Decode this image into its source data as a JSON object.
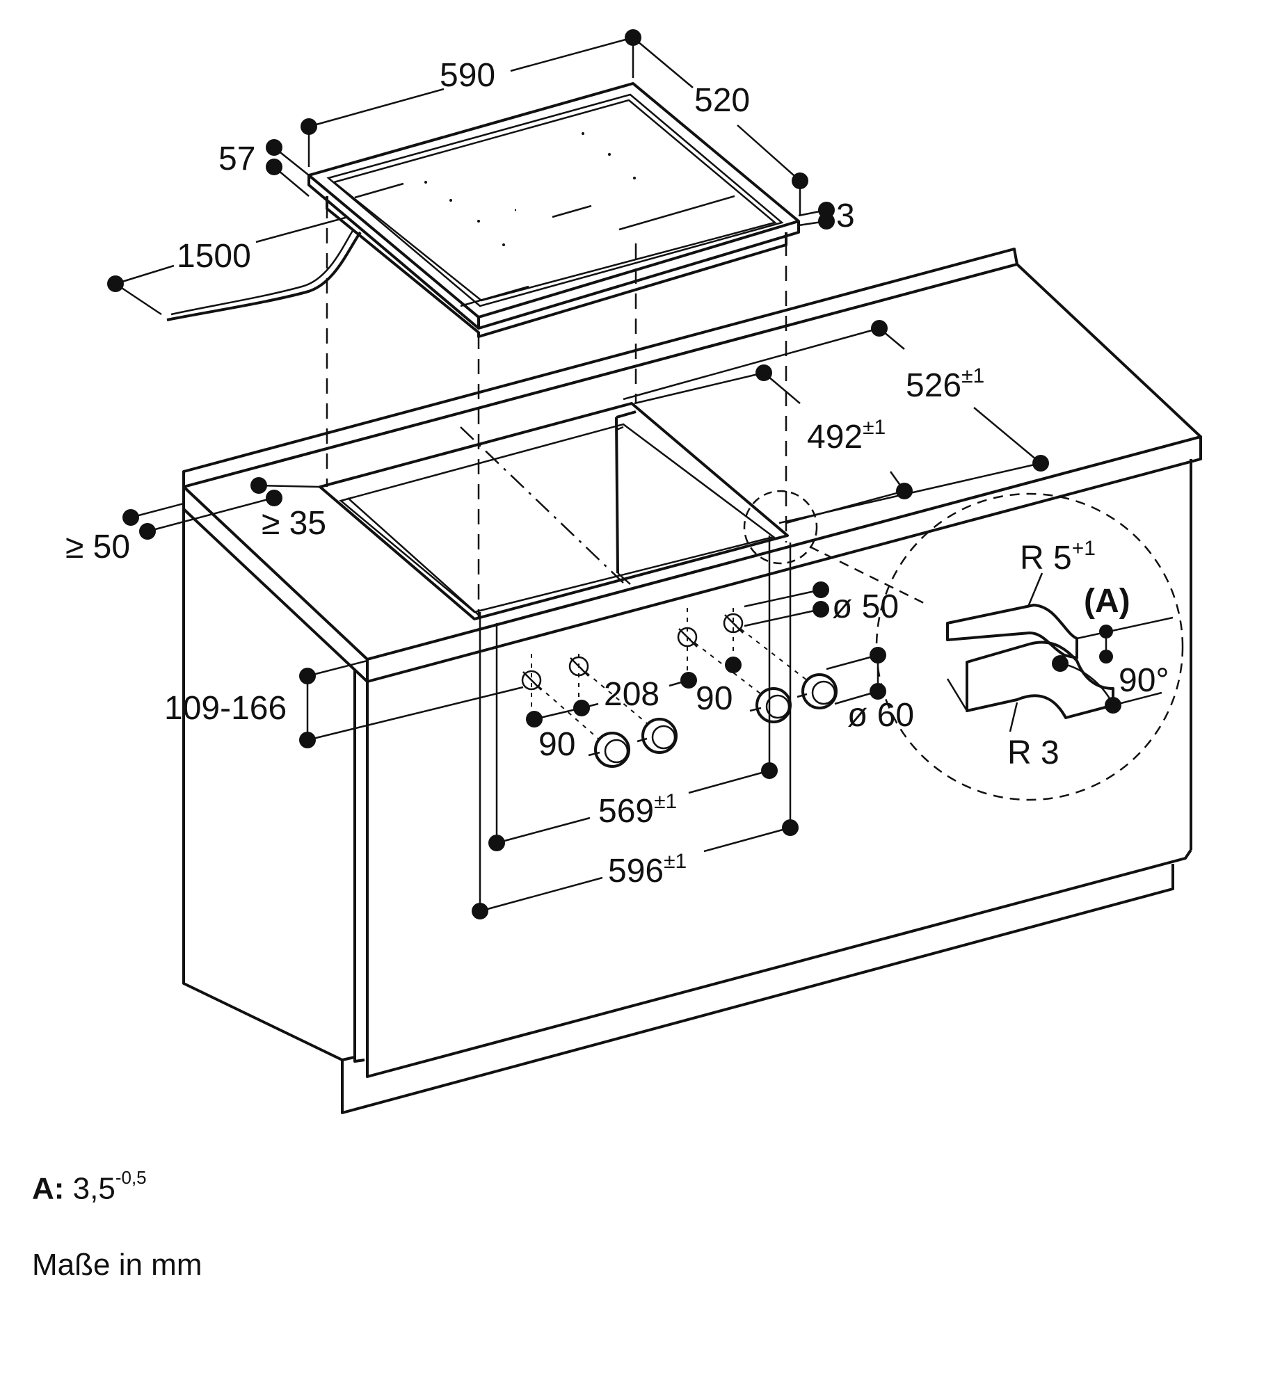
{
  "dimensions": {
    "hob_width": "590",
    "hob_depth": "520",
    "hob_height": "57",
    "frame_thickness": "3",
    "cable_length": "1500",
    "cutout_depth_outer": "526",
    "cutout_depth_outer_tol": "±1",
    "cutout_depth_inner": "492",
    "cutout_depth_inner_tol": "±1",
    "front_distance": "≥ 50",
    "frame_distance": "≥ 35",
    "worktop_thickness": "109-166",
    "knob_spacing_a": "208",
    "knob_spacing_b": "90",
    "knob_spacing_c": "90",
    "hole_diameter": "ø 50",
    "knob_diameter": "ø 60",
    "cutout_width_inner": "569",
    "cutout_width_inner_tol": "±1",
    "cutout_width_outer": "596",
    "cutout_width_outer_tol": "±1"
  },
  "detail": {
    "radius_top": "R 5",
    "radius_top_tol": "+1",
    "label": "(A)",
    "angle": "90°",
    "radius_bottom": "R 3"
  },
  "footer": {
    "note_label": "A:",
    "note_value": "3,5",
    "note_tol": "-0,5",
    "units": "Maße in mm"
  }
}
